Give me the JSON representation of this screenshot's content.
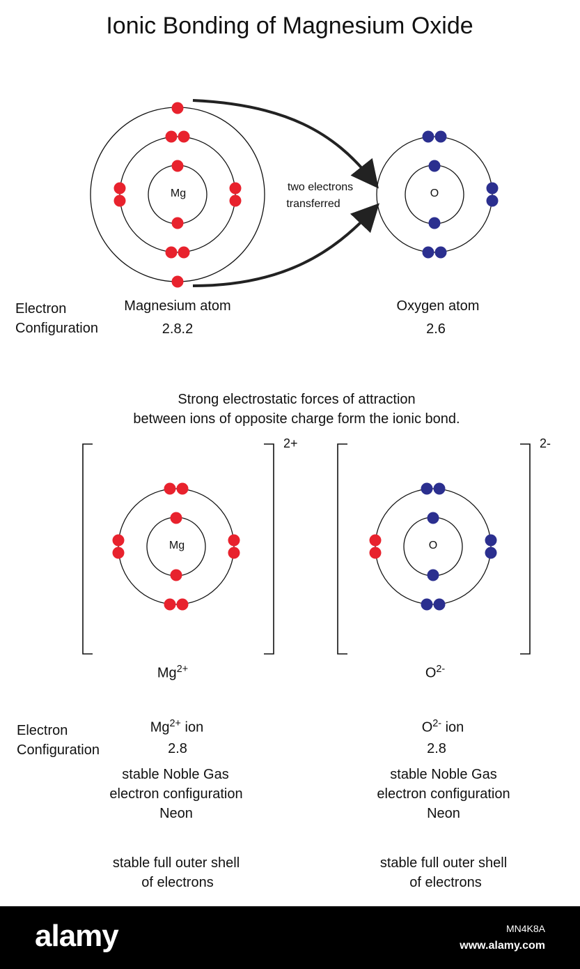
{
  "title": "Ionic Bonding of Magnesium Oxide",
  "atoms": {
    "mg_nucleus": "Mg",
    "o_nucleus": "O",
    "transfer_label_line1": "two electrons",
    "transfer_label_line2": "transferred",
    "config_heading_line1": "Electron",
    "config_heading_line2": "Configuration",
    "mg_atom_name": "Magnesium atom",
    "mg_atom_config": "2.8.2",
    "o_atom_name": "Oxygen atom",
    "o_atom_config": "2.6"
  },
  "bond_statement": {
    "line1": "Strong electrostatic forces of attraction",
    "line2": "between ions of opposite charge form the ionic bond."
  },
  "ions": {
    "mg_charge": "2+",
    "o_charge": "2-",
    "mg_nucleus": "Mg",
    "o_nucleus": "O",
    "mg_symbol": "Mg",
    "mg_symbol_charge": "2+",
    "o_symbol": "O",
    "o_symbol_charge": "2-",
    "config_heading_line1": "Electron",
    "config_heading_line2": "Configuration",
    "mg_ion_symbol": "Mg",
    "mg_ion_charge": "2+",
    "mg_ion_word": "ion",
    "mg_ion_config": "2.8",
    "o_ion_symbol": "O",
    "o_ion_charge": "2-",
    "o_ion_word": "ion",
    "o_ion_config": "2.8",
    "mg_stable_line1": "stable Noble Gas",
    "mg_stable_line2": "electron configuration",
    "mg_stable_line3": "Neon",
    "o_stable_line1": "stable Noble Gas",
    "o_stable_line2": "electron configuration",
    "o_stable_line3": "Neon",
    "mg_shell_line1": "stable full outer shell",
    "mg_shell_line2": "of electrons",
    "o_shell_line1": "stable full outer shell",
    "o_shell_line2": "of electrons"
  },
  "colors": {
    "magnesium_electron": "#e8222d",
    "oxygen_electron": "#2b2f8f"
  },
  "footer": {
    "logo": "alamy",
    "image_id": "MN4K8A",
    "url": "www.alamy.com"
  }
}
